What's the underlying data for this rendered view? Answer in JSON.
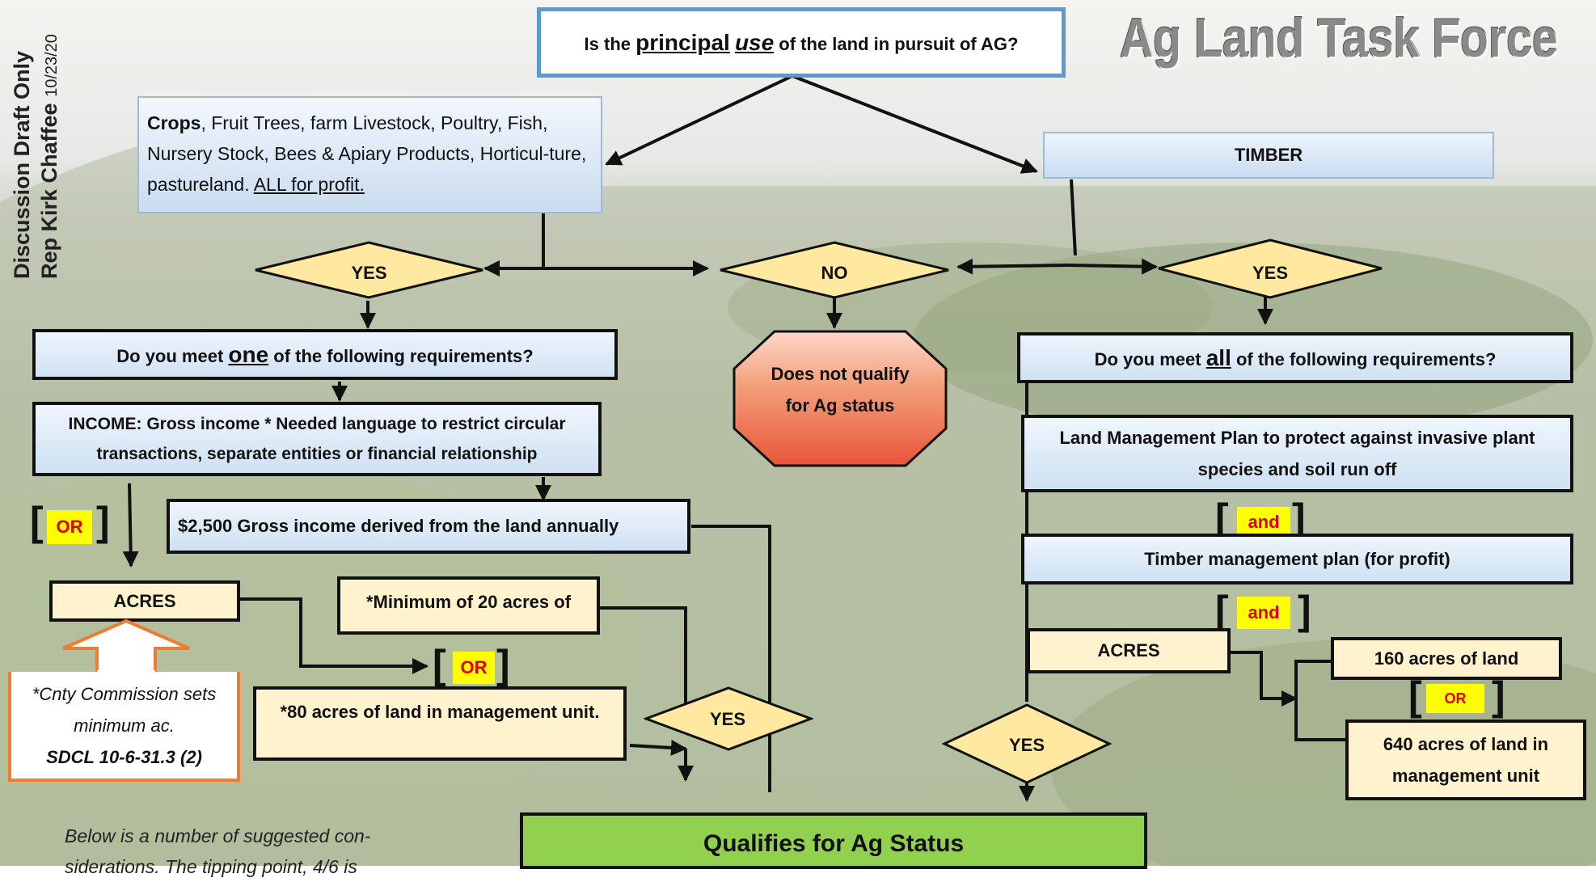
{
  "title": "Ag Land Task Force",
  "side_note": {
    "line1": "Discussion Draft Only",
    "line2": "Rep Kirk Chaffee",
    "date": "10/23/20"
  },
  "question": {
    "pre": "Is the ",
    "principal": "principal",
    "use": "use",
    "post": " of the land in pursuit of AG?"
  },
  "crops": {
    "bold": "Crops",
    "text": ", Fruit Trees, farm Livestock, Poultry, Fish, Nursery Stock,  Bees & Apiary Products, Horticul-ture, pastureland. ",
    "underlined": "ALL for profit."
  },
  "timber": "TIMBER",
  "yes": "YES",
  "no": "NO",
  "not_qualify": "Does not qualify for Ag status",
  "left_question": {
    "pre": "Do you meet ",
    "emph": "one",
    "post": " of the following requirements?"
  },
  "income": "INCOME: Gross income * Needed language to restrict circular transactions, separate entities or financial relationship",
  "or": "OR",
  "and": "and",
  "gross_2500": "$2,500 Gross income derived from the land annually",
  "acres": "ACRES",
  "min20": "*Minimum of 20 acres of",
  "acres80": "*80 acres of land in management unit.",
  "cnty": {
    "line1": "*Cnty Commission sets",
    "line2": "minimum ac.",
    "line3": "SDCL 10-6-31.3 (2)"
  },
  "note": "Below is a number of suggested con-siderations. The tipping point, 4/6 is",
  "right_question": {
    "pre": "Do you meet ",
    "emph": "all",
    "post": " of the following requirements?"
  },
  "land_plan": "Land Management Plan to protect against invasive plant species and soil run off",
  "timber_plan": "Timber management plan (for profit)",
  "acres160": "160 acres of land",
  "acres640": "640 acres of land in management unit",
  "qualifies": "Qualifies for Ag Status",
  "colors": {
    "blue_border": "#5b9bd5",
    "stop_fill": "#e8553a",
    "qualify_fill": "#92d050",
    "callout": "#ed7d31",
    "tag_yellow": "#ffff00",
    "tag_red": "#e00000"
  }
}
